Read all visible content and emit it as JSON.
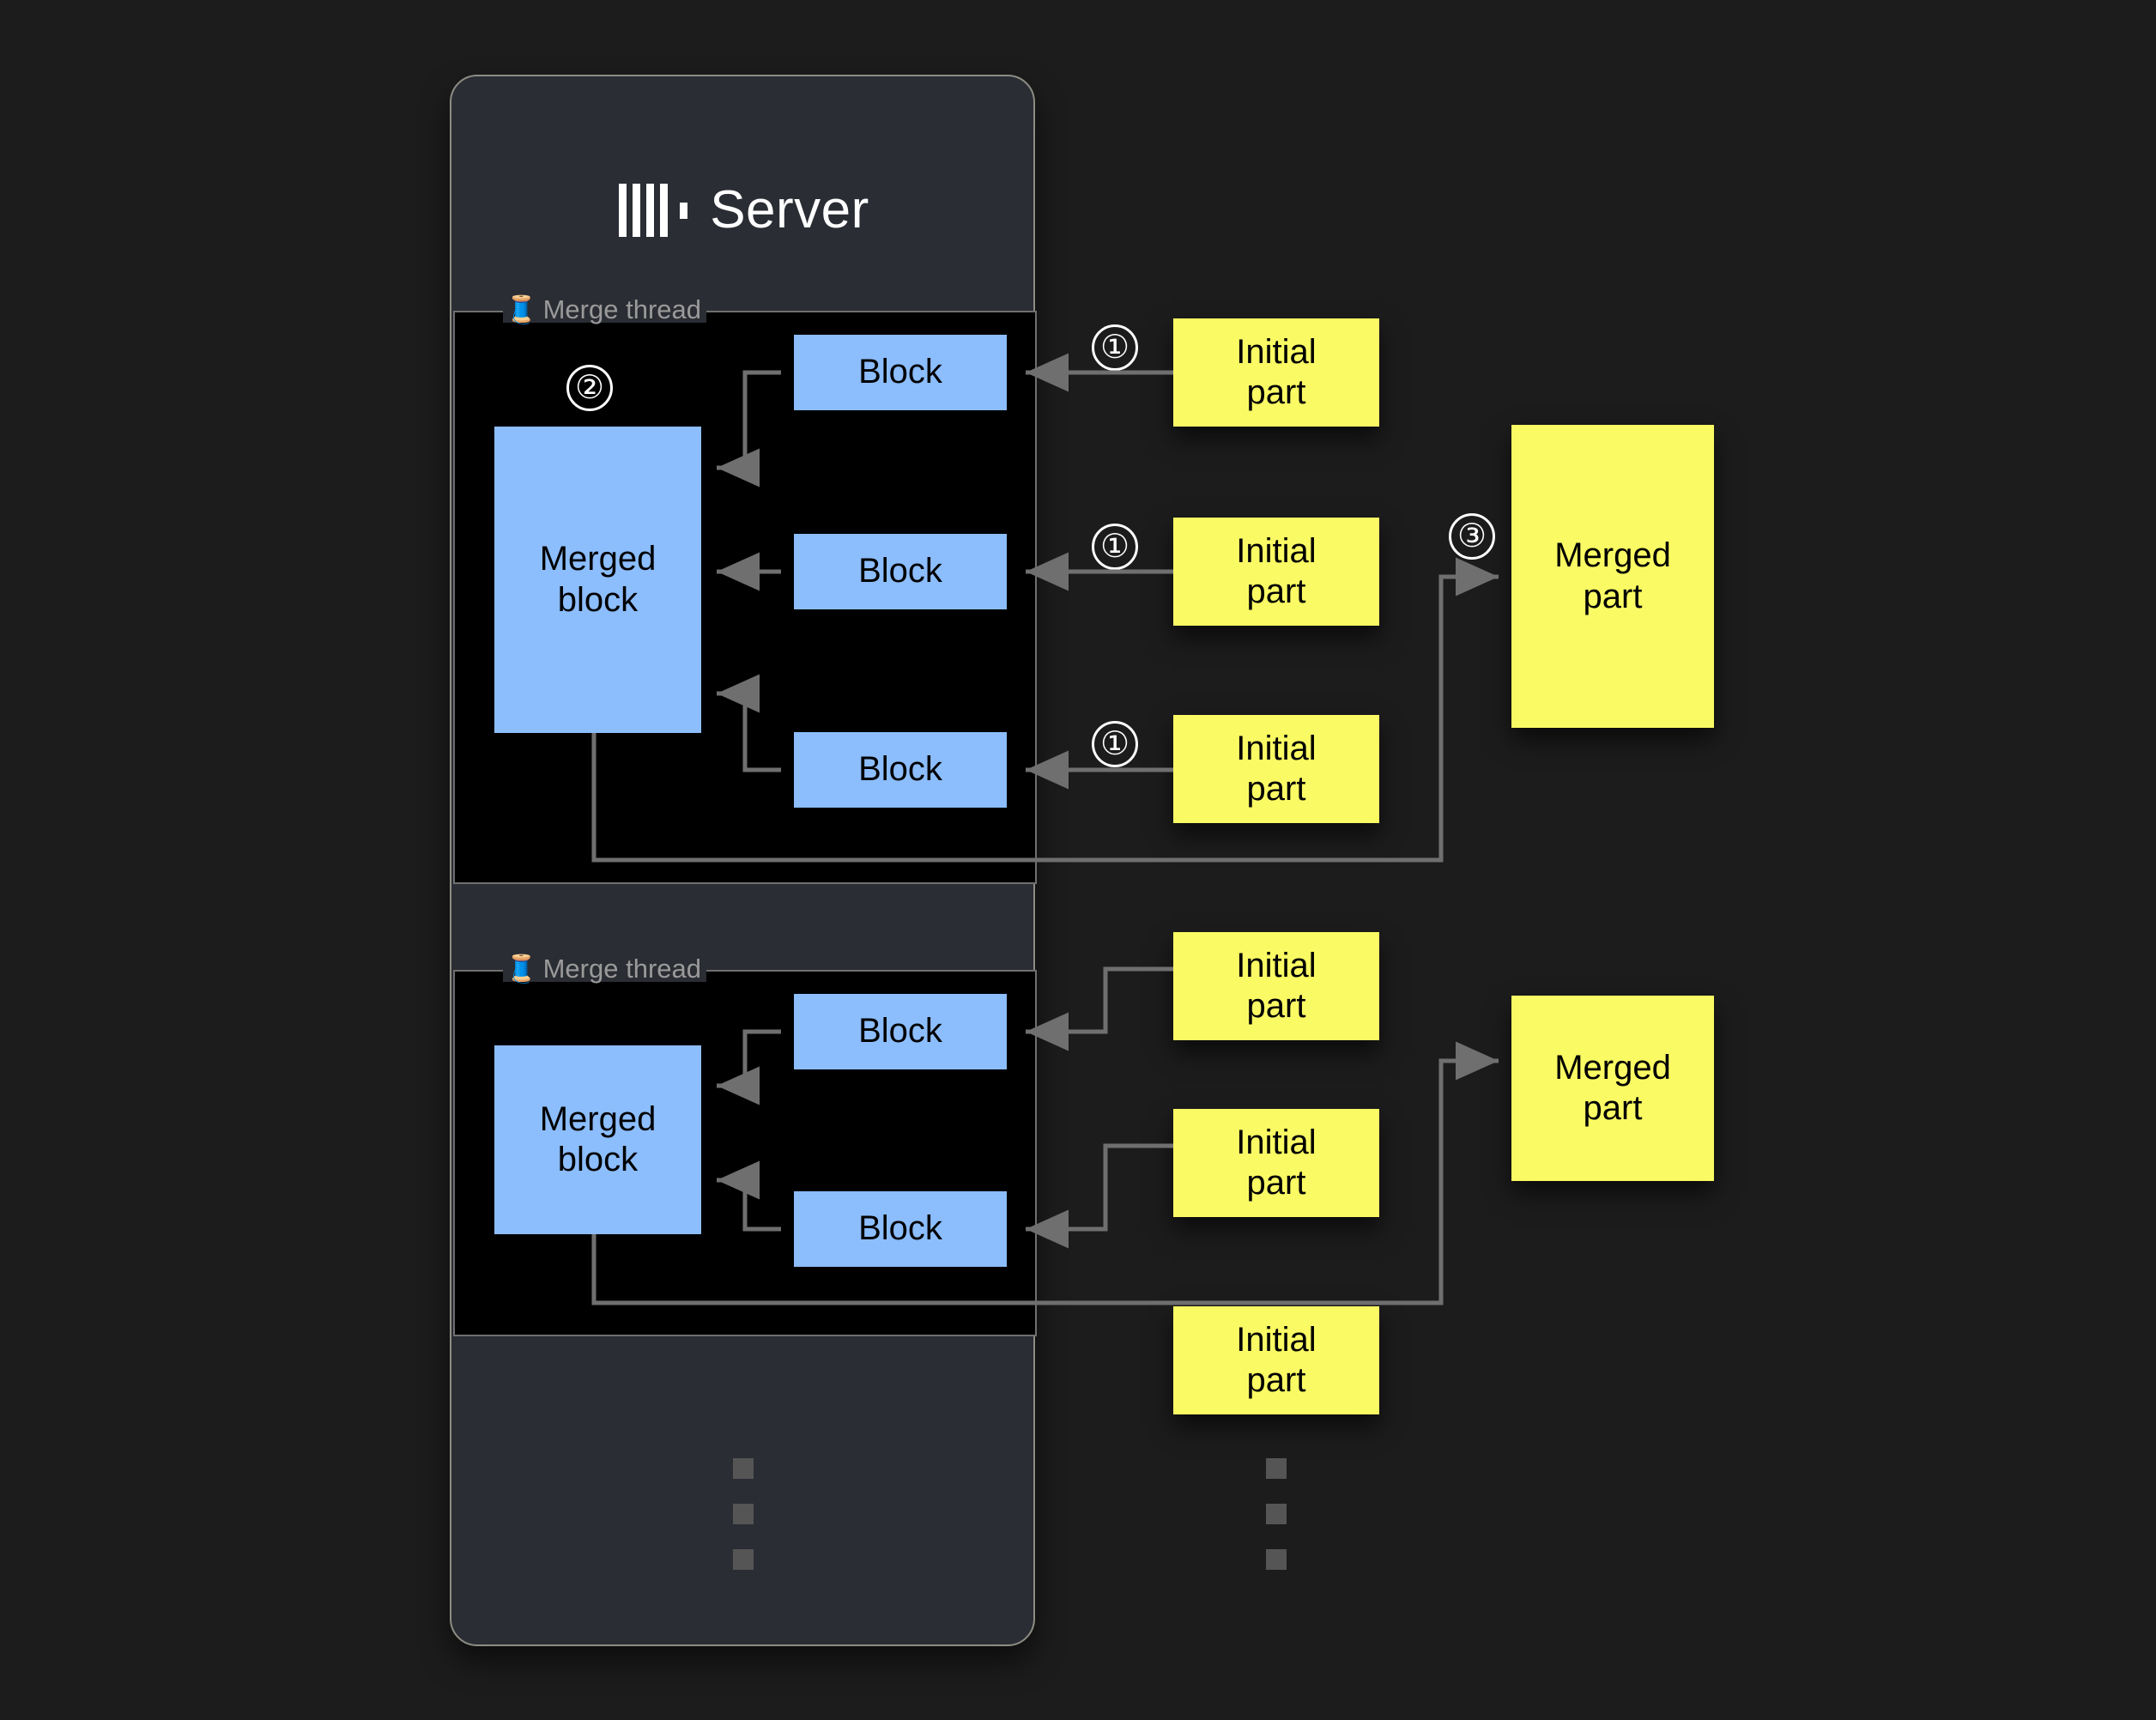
{
  "server": {
    "title": "Server",
    "logo_icon": "clickhouse-logo-icon"
  },
  "threads": [
    {
      "label": "Merge thread",
      "icon": "thread-spool-icon",
      "merged_block_label": "Merged\nblock",
      "blocks": [
        "Block",
        "Block",
        "Block"
      ],
      "step_merge": "②"
    },
    {
      "label": "Merge thread",
      "icon": "thread-spool-icon",
      "merged_block_label": "Merged\nblock",
      "blocks": [
        "Block",
        "Block"
      ],
      "step_merge": ""
    }
  ],
  "labels": {
    "block": "Block",
    "merged_block_line1": "Merged",
    "merged_block_line2": "block",
    "initial_part_line1": "Initial",
    "initial_part_line2": "part",
    "merged_part_line1": "Merged",
    "merged_part_line2": "part"
  },
  "steps": {
    "one": "①",
    "two": "②",
    "three": "③"
  },
  "initial_parts_group1": [
    "Initial part",
    "Initial part",
    "Initial part"
  ],
  "initial_parts_group2": [
    "Initial part",
    "Initial part",
    "Initial part"
  ],
  "merged_parts": [
    "Merged part",
    "Merged part"
  ],
  "ellipsis": {
    "inside_server": [
      "dot",
      "dot",
      "dot"
    ],
    "outside_server": [
      "dot",
      "dot",
      "dot"
    ]
  },
  "colors": {
    "page_background": "#1c1c1c",
    "server_panel": "#2b2d34",
    "server_border": "#8d8d84",
    "thread_box_fill": "#000000",
    "thread_box_border": "#6f6f6f",
    "block_fill": "#8cbdfc",
    "part_fill": "#fafa64",
    "wire": "#6f6f6f",
    "label_text": "#9a9a9a",
    "title_text": "#ffffff",
    "dot": "#555555"
  }
}
